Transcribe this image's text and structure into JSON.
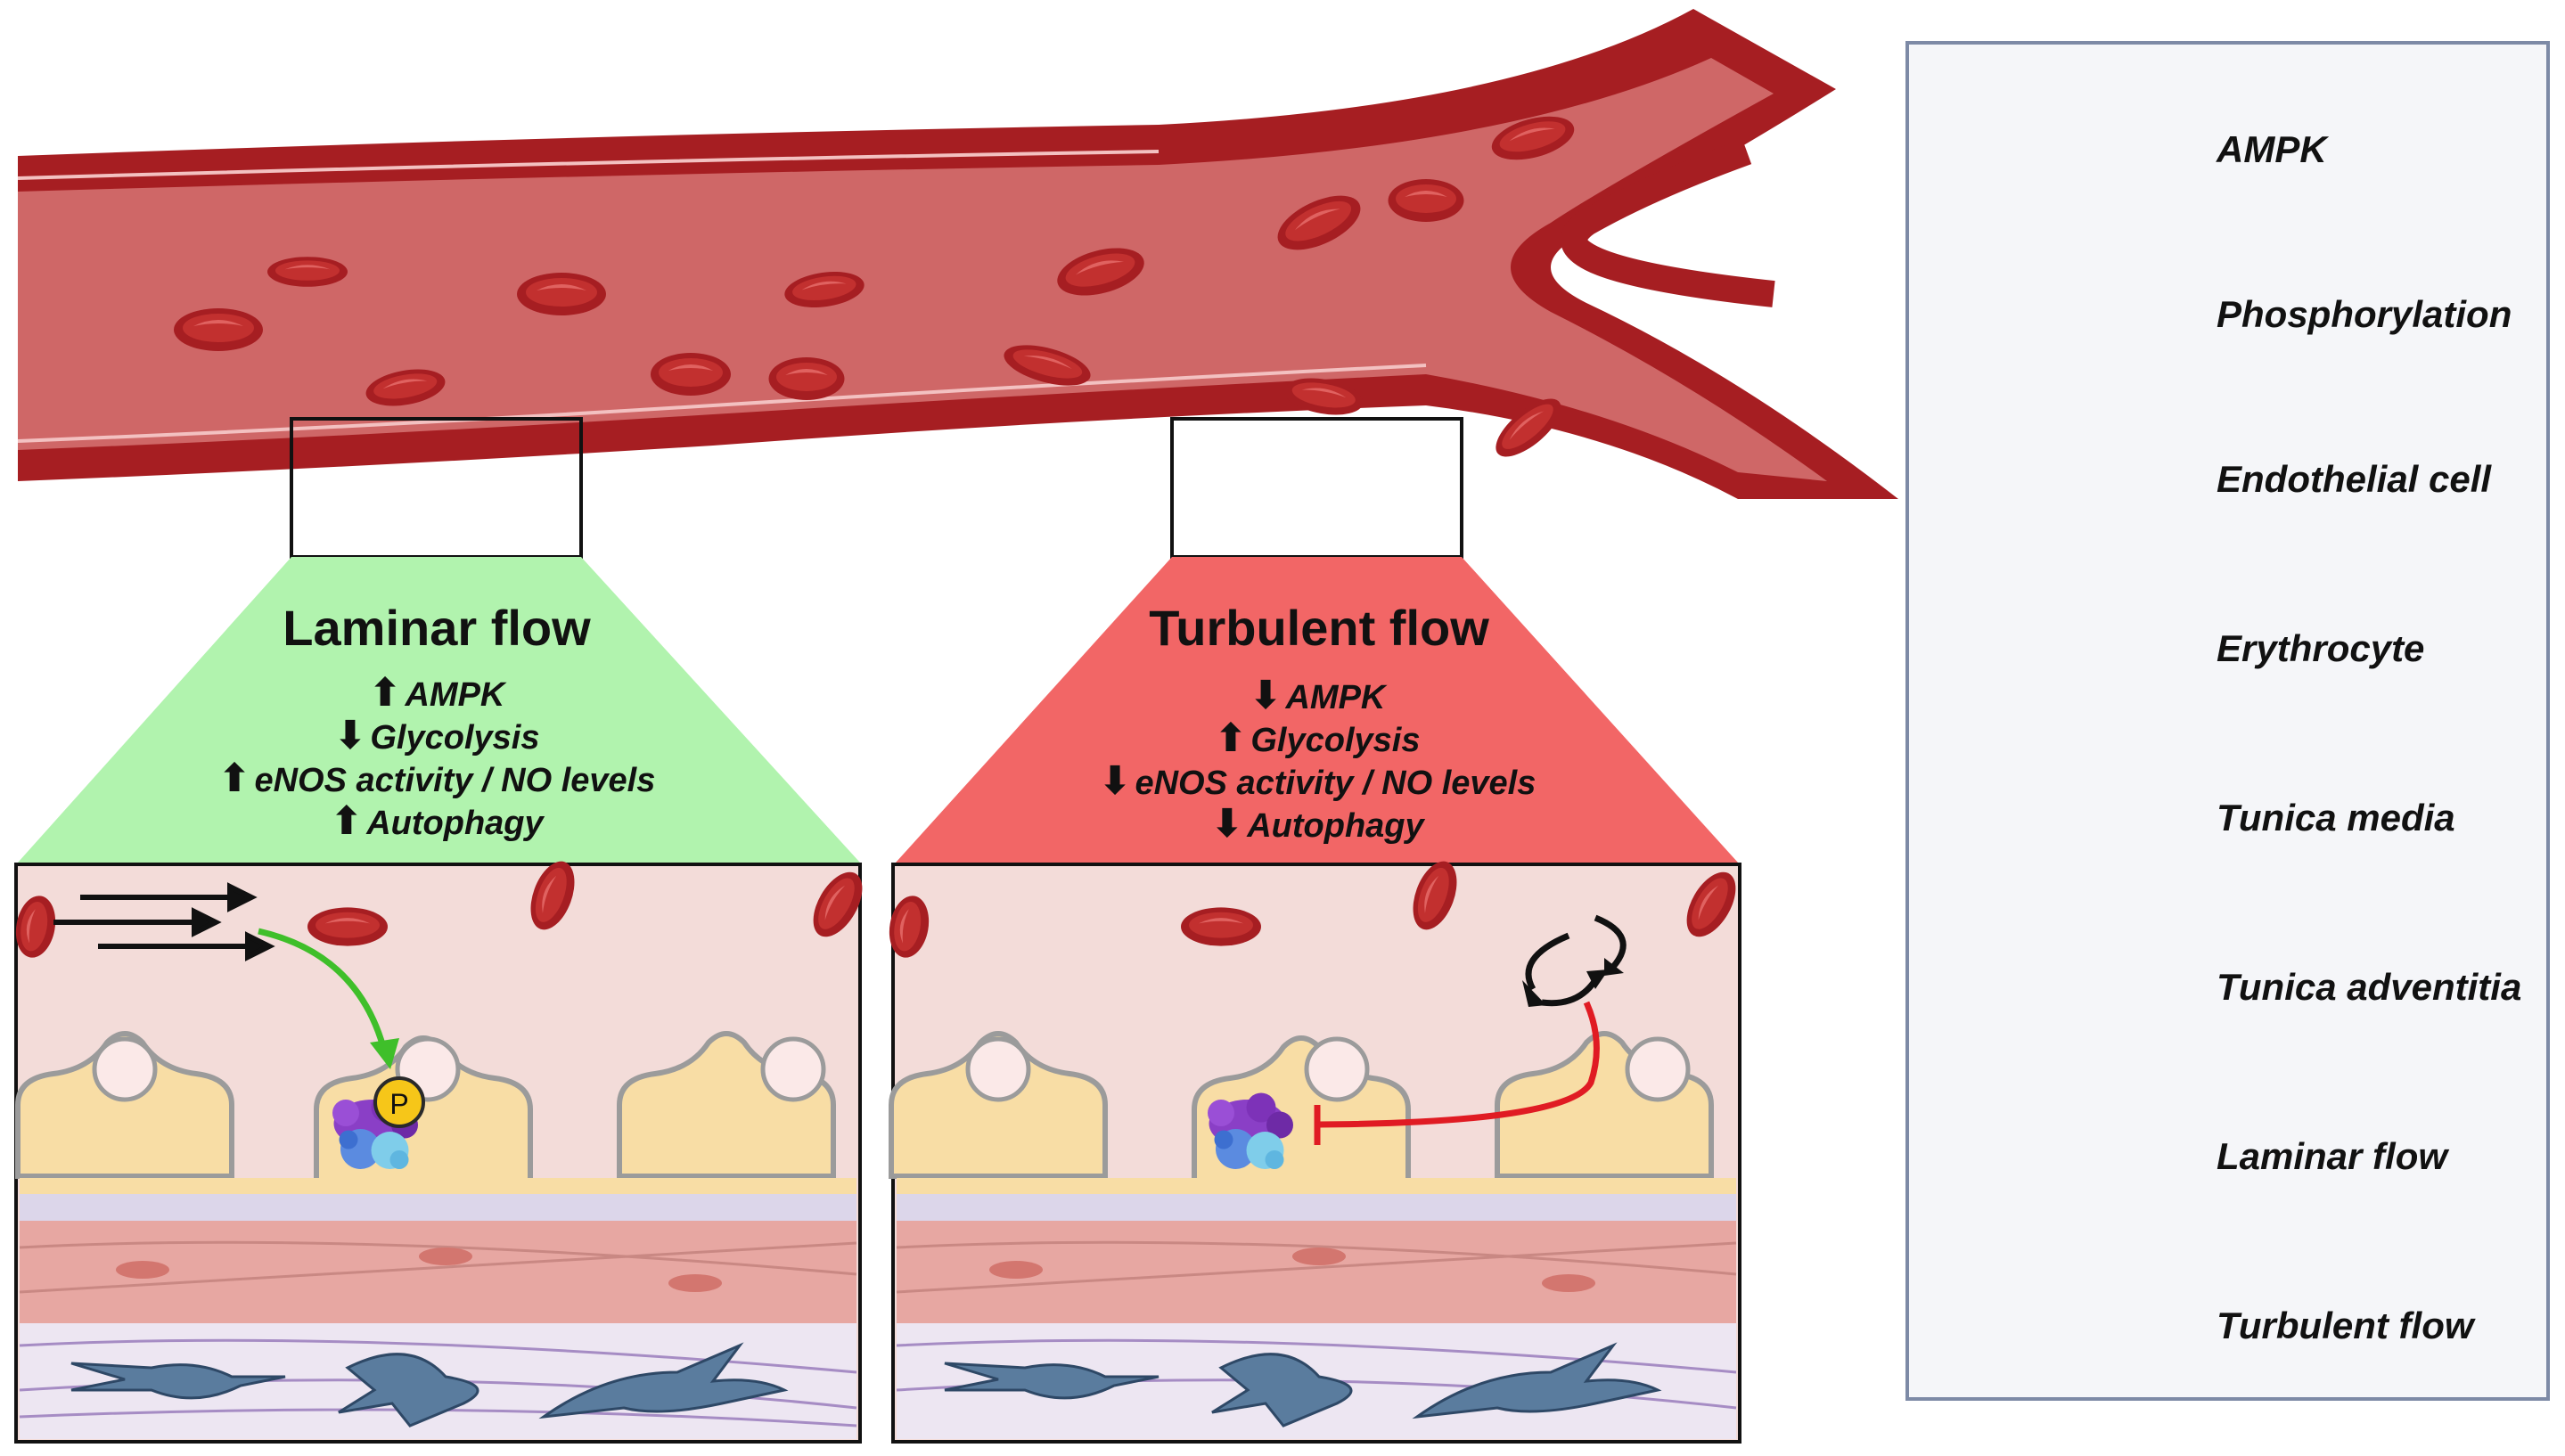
{
  "colors": {
    "vessel_outer": "#a61e22",
    "vessel_lumen": "#cf6767",
    "erythrocyte": "#b8262b",
    "laminar_bg": "#b1f3ae",
    "turbulent_bg": "#f26666",
    "endothelial": "#f8dda5",
    "media": "#e7a7a2",
    "adventitia_cell": "#5a7c9e",
    "ampk_purple": "#8a3fc6",
    "ampk_blue": "#5b8be0",
    "ampk_cyan": "#7fcdea",
    "phospho": "#f6c619",
    "green_arrow": "#3fbf2a",
    "red_inhibit": "#e01b23"
  },
  "panels": {
    "laminar": {
      "title": "Laminar flow",
      "effects": [
        {
          "arrow": "up",
          "symbol": "⬆",
          "text": "AMPK"
        },
        {
          "arrow": "down",
          "symbol": "⬇",
          "text": "Glycolysis"
        },
        {
          "arrow": "up",
          "symbol": "⬆",
          "text": "eNOS activity / NO levels"
        },
        {
          "arrow": "up",
          "symbol": "⬆",
          "text": "Autophagy"
        }
      ]
    },
    "turbulent": {
      "title": "Turbulent flow",
      "effects": [
        {
          "arrow": "down",
          "symbol": "⬇",
          "text": "AMPK"
        },
        {
          "arrow": "up",
          "symbol": "⬆",
          "text": "Glycolysis"
        },
        {
          "arrow": "down",
          "symbol": "⬇",
          "text": "eNOS activity / NO levels"
        },
        {
          "arrow": "down",
          "symbol": "⬇",
          "text": "Autophagy"
        }
      ]
    }
  },
  "phospho_letter": "P",
  "legend": [
    {
      "icon": "ampk-icon",
      "label": "AMPK"
    },
    {
      "icon": "phosphorylation-icon",
      "label": "Phosphorylation"
    },
    {
      "icon": "endothelial-cell-icon",
      "label": "Endothelial cell"
    },
    {
      "icon": "erythrocyte-icon",
      "label": "Erythrocyte"
    },
    {
      "icon": "tunica-media-icon",
      "label": "Tunica media"
    },
    {
      "icon": "tunica-adventitia-icon",
      "label": "Tunica adventitia"
    },
    {
      "icon": "laminar-flow-icon",
      "label": "Laminar flow"
    },
    {
      "icon": "turbulent-flow-icon",
      "label": "Turbulent flow"
    }
  ]
}
